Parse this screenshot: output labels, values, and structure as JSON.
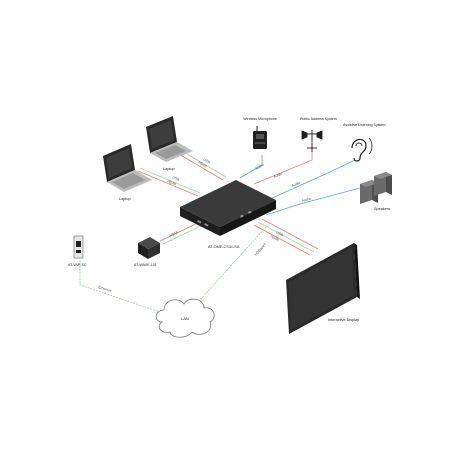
{
  "devices": {
    "laptop_left": "Laptop",
    "laptop_right": "Laptop",
    "microphone": "Wireless Microphone",
    "pa_system": "Public Address System",
    "assistive": "Assistive Listening System",
    "speakers": "Speakers",
    "switcher": "AT-OME-CS31-SA",
    "wall_plate": "AT-VAP-SC",
    "wireless": "AT-WAVE-101",
    "lan": "LAN",
    "display": "Interactive Display"
  },
  "cables": {
    "hdmi": "HDMI",
    "usb": "USB",
    "hdbaset": "HDBaseT",
    "audio": "Audio",
    "ethernet": "Ethernet"
  },
  "colors": {
    "hdmi": "#e8806e",
    "usb": "#9bd3a5",
    "audio": "#5aa5d6",
    "ethernet": "#9bd3a5",
    "hdbaset": "#e8806e",
    "device_dark": "#1f1f1f"
  }
}
